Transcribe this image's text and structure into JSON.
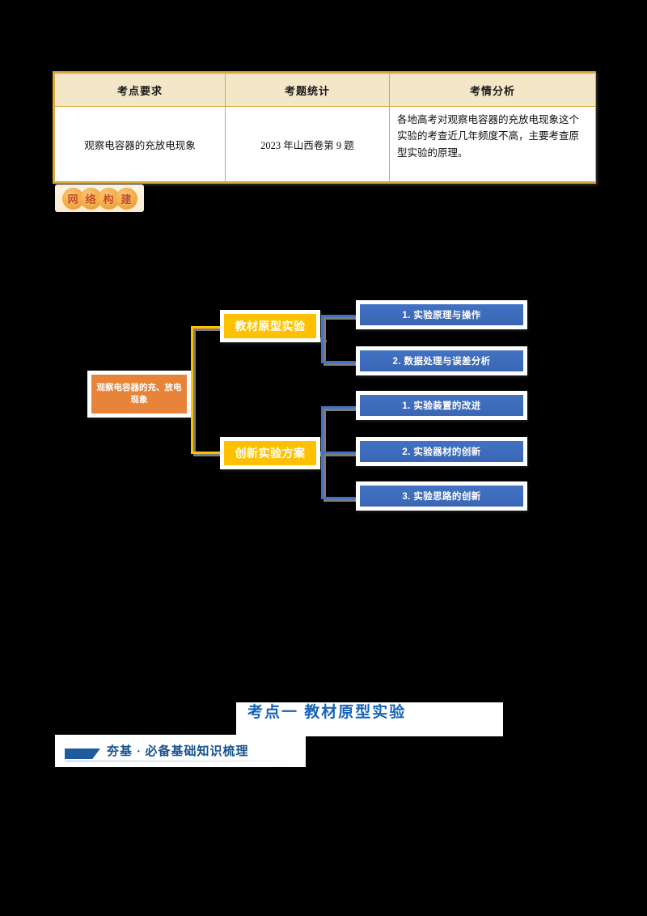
{
  "table": {
    "headers": [
      "考点要求",
      "考题统计",
      "考情分析"
    ],
    "rows": [
      {
        "requirement": "观察电容器的充放电现象",
        "statistics": "2023 年山西卷第 9 题",
        "analysis": "各地高考对观察电容器的充放电现象这个实验的考查近几年频度不高，主要考查原型实验的原理。"
      }
    ]
  },
  "badge": {
    "chars": [
      "网",
      "络",
      "构",
      "建"
    ],
    "label": "网络构建"
  },
  "mindmap": {
    "root": "观察电容器的充、放电现象",
    "branches": [
      {
        "label": "教材原型实验",
        "leaves": [
          "1. 实验原理与操作",
          "2. 数据处理与误差分析"
        ]
      },
      {
        "label": "创新实验方案",
        "leaves": [
          "1. 实验装置的改进",
          "2. 实验器材的创新",
          "3. 实验思路的创新"
        ]
      }
    ],
    "leaves_flat": [
      "1. 实验原理与操作",
      "2. 数据处理与误差分析",
      "1. 实验装置的改进",
      "2. 实验器材的创新",
      "3. 实验思路的创新"
    ]
  },
  "sections": {
    "kaodian_title": "考点一  教材原型实验",
    "hangji_title": "夯基 · 必备基础知识梳理"
  },
  "colors": {
    "table_border": "#d9a93c",
    "table_header_bg": "#f3e7c7",
    "root_node": "#e8833a",
    "branch_node": "#ffc000",
    "leaf_node": "#4272c4",
    "heading_blue": "#1763b8",
    "page_bg": "#000000"
  }
}
